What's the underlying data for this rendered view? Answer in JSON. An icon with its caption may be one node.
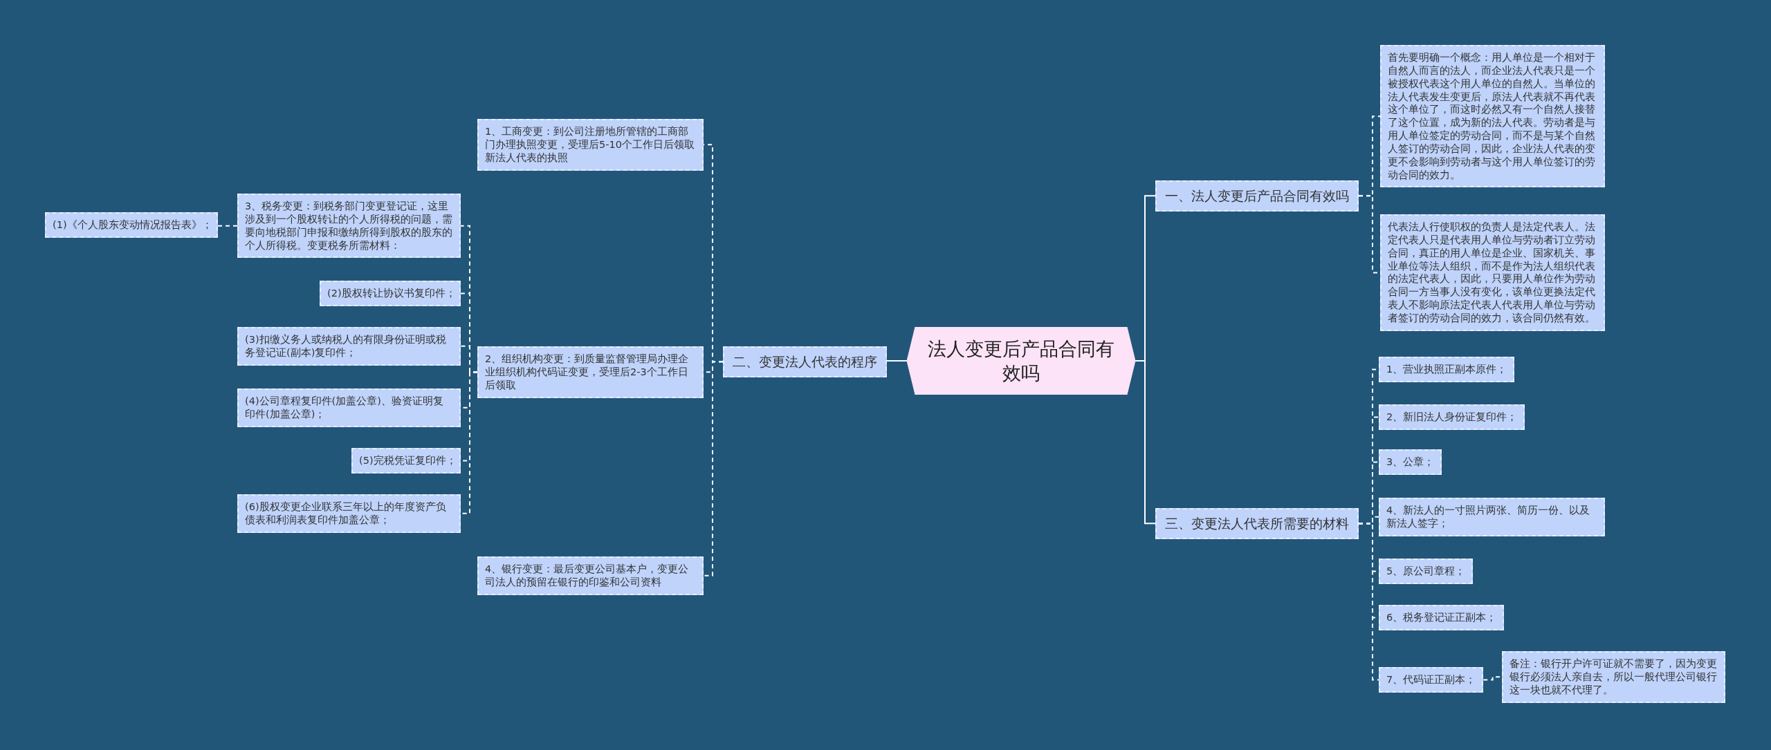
{
  "diagram": {
    "nodes": [
      {
        "text": [
          "法人变更后产品合同有效吗"
        ]
      },
      {
        "text": [
          "一、法人变更后产品合同有效吗"
        ]
      },
      {
        "text": [
          "首先要明确一个概念：用人单位是一个相对于自然人而言的法人，而企业法人代表只是一个被授权代表这个用人单位的自然人。当单位的法人代表发生变更后，原法人代表就不再代表这个单位了，而这时必然又有一个自然人接替了这个位置，成为新的法人代表。劳动者是与用人单位签定的劳动合同，而不是与某个自然人签订的劳动合同，因此，企业法人代表的变更不会影响到劳动者与这个用人单位签订的劳动合同的效力。"
        ]
      },
      {
        "text": [
          "代表法人行使职权的负责人是法定代表人。法定代表人只是代表用人单位与劳动者订立劳动合同，真正的用人单位是企业、国家机关、事业单位等法人组织，而不是作为法人组织代表的法定代表人，因此，只要用人单位作为劳动合同一方当事人没有变化，该单位更换法定代表人不影响原法定代表人代表用人单位与劳动者签订的劳动合同的效力，该合同仍然有效。"
        ]
      },
      {
        "text": [
          "二、变更法人代表的程序"
        ]
      },
      {
        "text": [
          "1、工商变更：到公司注册地所管辖的工商部门办理执照变更，受理后5-10个工作日后领取新法人代表的执照"
        ]
      },
      {
        "text": [
          "3、税务变更：到税务部门变更登记证，这里涉及到一个股权转让的个人所得税的问题，需要向地税部门申报和缴纳所得到股权的股东的个人所得税。变更税务所需材料："
        ]
      },
      {
        "text": [
          "(1)《个人股东变动情况报告表》；"
        ]
      },
      {
        "text": [
          "(2)股权转让协议书复印件；"
        ]
      },
      {
        "text": [
          "(3)扣缴义务人或纳税人的有限身份证明或税务登记证(副本)复印件；"
        ]
      },
      {
        "text": [
          "(4)公司章程复印件(加盖公章)、验资证明复印件(加盖公章)；"
        ]
      },
      {
        "text": [
          "(5)完税凭证复印件；"
        ]
      },
      {
        "text": [
          "(6)股权变更企业联系三年以上的年度资产负债表和利润表复印件加盖公章；"
        ]
      },
      {
        "text": [
          "2、组织机构变更：到质量监督管理局办理企业组织机构代码证变更，受理后2-3个工作日后领取"
        ]
      },
      {
        "text": [
          "4、银行变更：最后变更公司基本户，变更公司法人的预留在银行的印鉴和公司资料"
        ]
      },
      {
        "text": [
          "三、变更法人代表所需要的材料"
        ]
      },
      {
        "text": [
          "1、营业执照正副本原件；"
        ]
      },
      {
        "text": [
          "2、新旧法人身份证复印件；"
        ]
      },
      {
        "text": [
          "3、公章；"
        ]
      },
      {
        "text": [
          "4、新法人的一寸照片两张、简历一份、以及新法人签字；"
        ]
      },
      {
        "text": [
          "5、原公司章程；"
        ]
      },
      {
        "text": [
          "6、税务登记证正副本；"
        ]
      },
      {
        "text": [
          "7、代码证正副本；"
        ]
      },
      {
        "text": [
          "备注：银行开户许可证就不需要了，因为变更银行必须法人亲自去，所以一般代理公司银行这一块也就不代理了。"
        ]
      }
    ],
    "edges": [
      {
        "from": 0,
        "to": 1,
        "arrow": "none"
      },
      {
        "from": 1,
        "to": 2,
        "arrow": "none",
        "style": "dashed"
      },
      {
        "from": 1,
        "to": 3,
        "arrow": "none",
        "style": "dashed"
      },
      {
        "from": 0,
        "to": 4,
        "arrow": "none"
      },
      {
        "from": 4,
        "to": 5,
        "arrow": "none",
        "style": "dashed"
      },
      {
        "from": 4,
        "to": 13,
        "arrow": "none",
        "style": "dashed"
      },
      {
        "from": 4,
        "to": 14,
        "arrow": "none",
        "style": "dashed"
      },
      {
        "from": 13,
        "to": 6,
        "arrow": "none",
        "style": "dashed"
      },
      {
        "from": 6,
        "to": 7,
        "arrow": "none",
        "style": "dashed"
      },
      {
        "from": 13,
        "to": 8,
        "arrow": "none",
        "style": "dashed"
      },
      {
        "from": 13,
        "to": 9,
        "arrow": "none",
        "style": "dashed"
      },
      {
        "from": 13,
        "to": 10,
        "arrow": "none",
        "style": "dashed"
      },
      {
        "from": 13,
        "to": 11,
        "arrow": "none",
        "style": "dashed"
      },
      {
        "from": 13,
        "to": 12,
        "arrow": "none",
        "style": "dashed"
      },
      {
        "from": 0,
        "to": 15,
        "arrow": "none"
      },
      {
        "from": 15,
        "to": 16,
        "arrow": "none",
        "style": "dashed"
      },
      {
        "from": 15,
        "to": 17,
        "arrow": "none",
        "style": "dashed"
      },
      {
        "from": 15,
        "to": 18,
        "arrow": "none",
        "style": "dashed"
      },
      {
        "from": 15,
        "to": 19,
        "arrow": "none",
        "style": "dashed"
      },
      {
        "from": 15,
        "to": 20,
        "arrow": "none",
        "style": "dashed"
      },
      {
        "from": 15,
        "to": 21,
        "arrow": "none",
        "style": "dashed"
      },
      {
        "from": 15,
        "to": 22,
        "arrow": "none",
        "style": "dashed"
      },
      {
        "from": 22,
        "to": 23,
        "arrow": "none",
        "style": "dashed"
      }
    ]
  }
}
